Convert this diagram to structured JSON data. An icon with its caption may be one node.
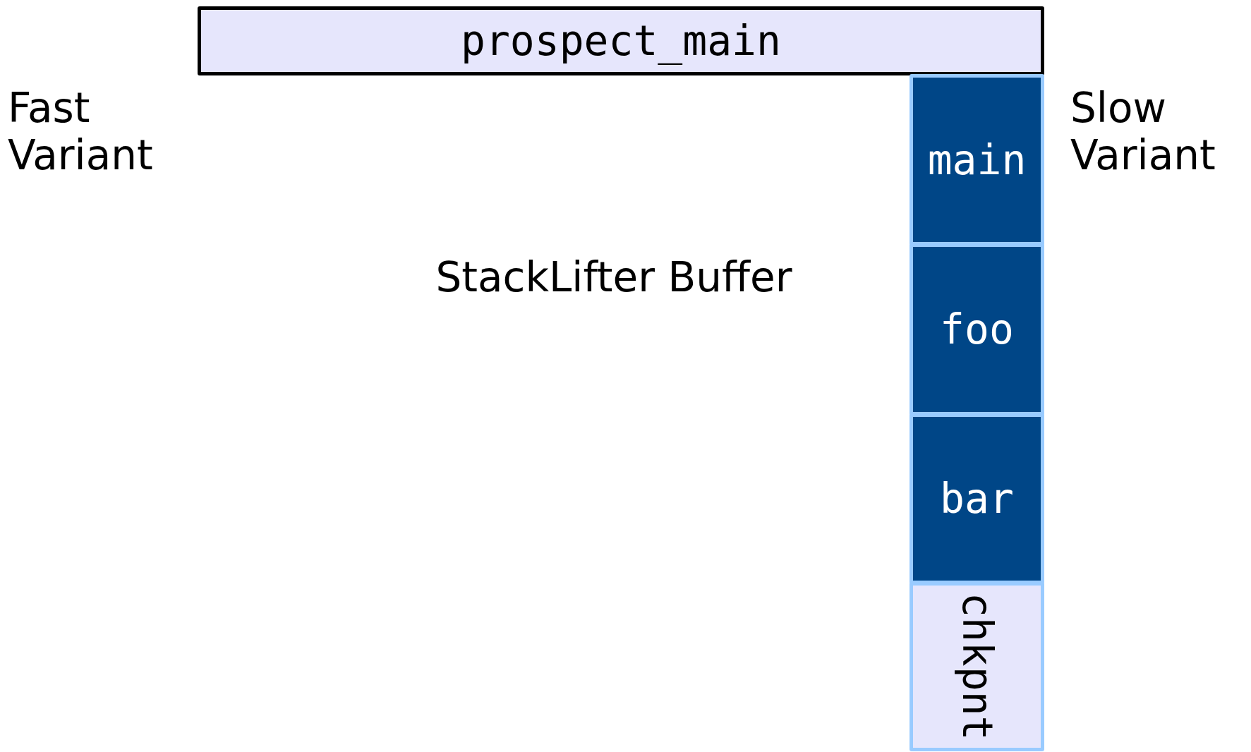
{
  "diagram": {
    "nodes": [
      {
        "text": [
          "prospect_main"
        ]
      },
      {
        "text": [
          "main"
        ]
      },
      {
        "text": [
          "foo"
        ]
      },
      {
        "text": [
          "bar"
        ]
      },
      {
        "text": [
          "chkpnt"
        ]
      }
    ],
    "labels": [
      "Fast Variant",
      "Slow Variant",
      "StackLifter Buffer"
    ]
  }
}
